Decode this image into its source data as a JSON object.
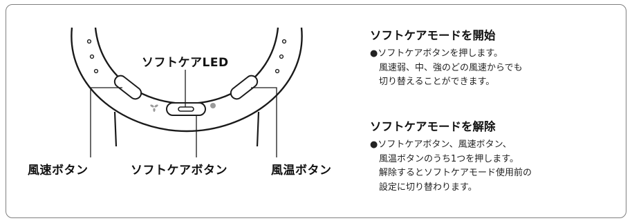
{
  "labels": {
    "softcare_led": "ソフトケアLED",
    "wind_speed_button": "風速ボタン",
    "softcare_button": "ソフトケアボタン",
    "wind_temp_button": "風温ボタン"
  },
  "sections": [
    {
      "title": "ソフトケアモードを開始",
      "bullet": "●",
      "lines": [
        "ソフトケアボタンを押します。",
        "風速弱、中、強のどの風速からでも",
        "切り替えることができます。"
      ]
    },
    {
      "title": "ソフトケアモードを解除",
      "bullet": "●",
      "lines": [
        "ソフトケアボタン、風速ボタン、",
        "風温ボタンのうち1つを押します。",
        "解除するとソフトケアモード使用前の",
        "設定に切り替わります。"
      ]
    }
  ],
  "icons": {
    "fan": "fan-icon",
    "heat": "heat-dot-icon"
  },
  "colors": {
    "line": "#1a1a1a",
    "icon_gray": "#9a9a9a",
    "border": "#7f7f7f"
  }
}
